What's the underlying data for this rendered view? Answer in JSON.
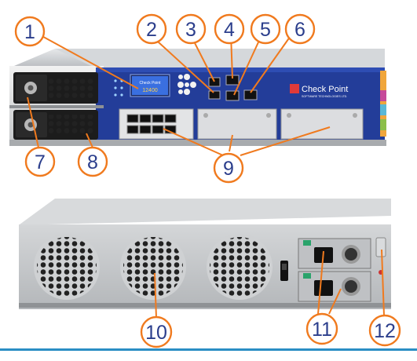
{
  "callouts": [
    "1",
    "2",
    "3",
    "4",
    "5",
    "6",
    "7",
    "8",
    "9",
    "10",
    "11",
    "12"
  ],
  "front_panel": {
    "brand_name": "Check Point",
    "brand_tagline": "SOFTWARE TECHNOLOGIES LTD.",
    "lcd_line1": "Check Point",
    "lcd_line2": "12400"
  },
  "colors": {
    "callout_outline": "#f07a1e",
    "callout_text": "#2b3e8c",
    "front_panel": "#233d99",
    "chassis": "#c9ccce",
    "bottom_rule": "#2a8ec4"
  }
}
